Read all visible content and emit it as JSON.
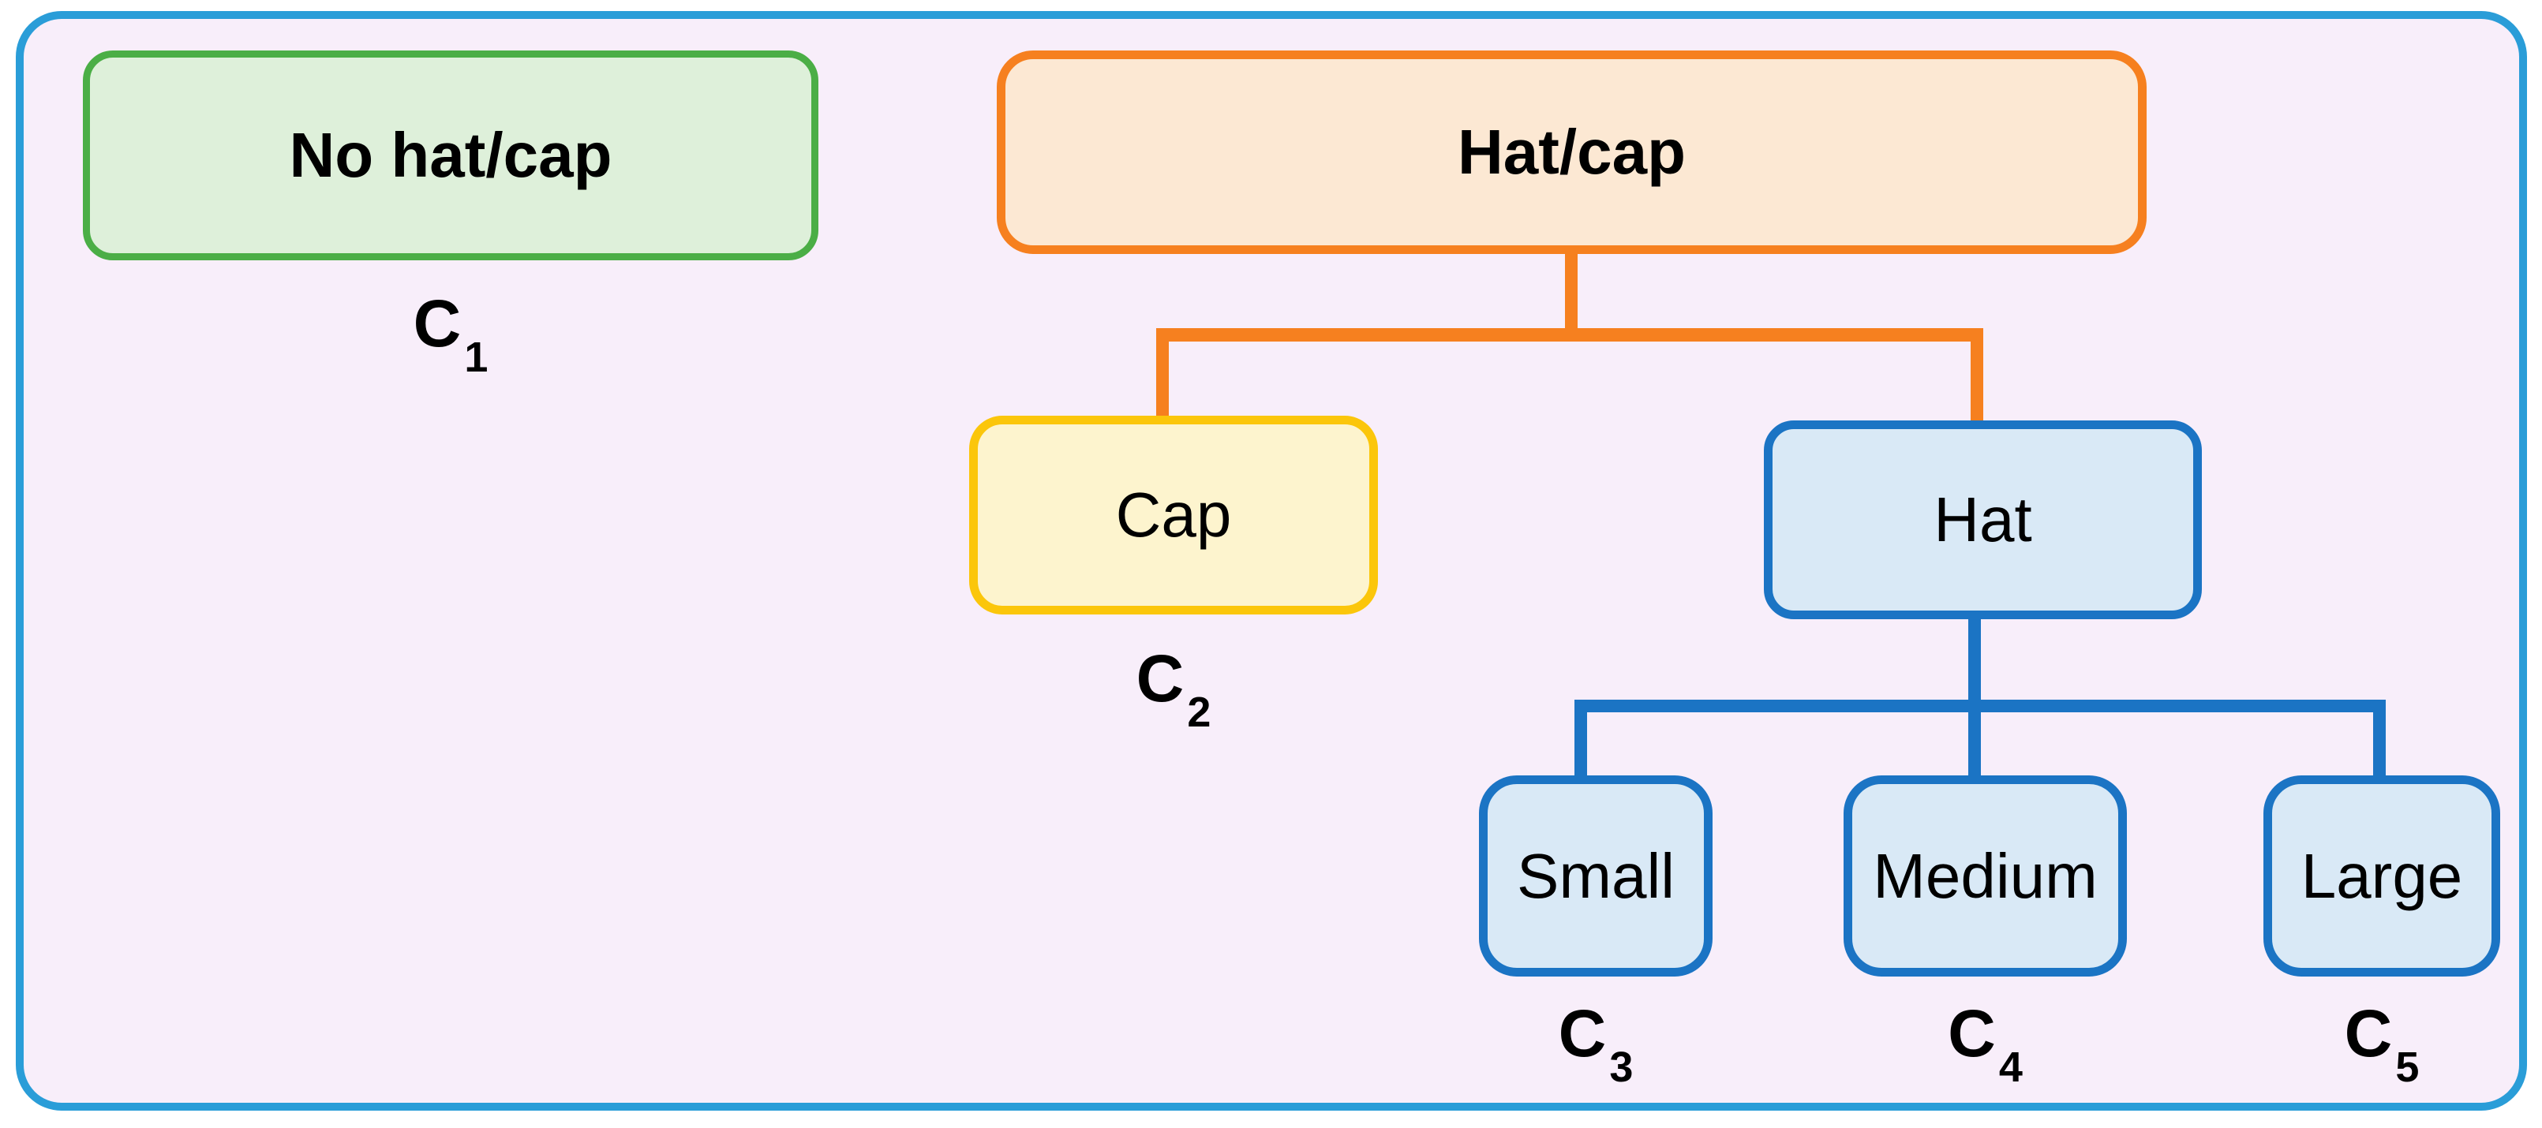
{
  "figure": {
    "type": "tree-diagram",
    "description": "Hierarchical classes of head wear",
    "page_background": "#FFFFFF",
    "frame": {
      "fill": "#F8EEFA",
      "border_color": "#2A9DD8"
    },
    "connector_colors": {
      "hat_cap_branch": "#F6801F",
      "hat_branch": "#1B74C4"
    },
    "nodes": [
      {
        "id": "no-hat-cap",
        "label": "No hat/cap",
        "class_label": "C",
        "class_sub": "1",
        "fill": "#DEF0DA",
        "border_color": "#4BAE46"
      },
      {
        "id": "hat-cap",
        "label": "Hat/cap",
        "fill": "#FCE8D3",
        "border_color": "#F6801F"
      },
      {
        "id": "cap",
        "label": "Cap",
        "class_label": "C",
        "class_sub": "2",
        "fill": "#FDF4CE",
        "border_color": "#FBC60B"
      },
      {
        "id": "hat",
        "label": "Hat",
        "fill": "#D9E9F6",
        "border_color": "#1B74C4"
      },
      {
        "id": "small",
        "label": "Small",
        "class_label": "C",
        "class_sub": "3",
        "fill": "#D9E9F6",
        "border_color": "#1B74C4"
      },
      {
        "id": "medium",
        "label": "Medium",
        "class_label": "C",
        "class_sub": "4",
        "fill": "#D9E9F6",
        "border_color": "#1B74C4"
      },
      {
        "id": "large",
        "label": "Large",
        "class_label": "C",
        "class_sub": "5",
        "fill": "#D9E9F6",
        "border_color": "#1B74C4"
      }
    ]
  }
}
